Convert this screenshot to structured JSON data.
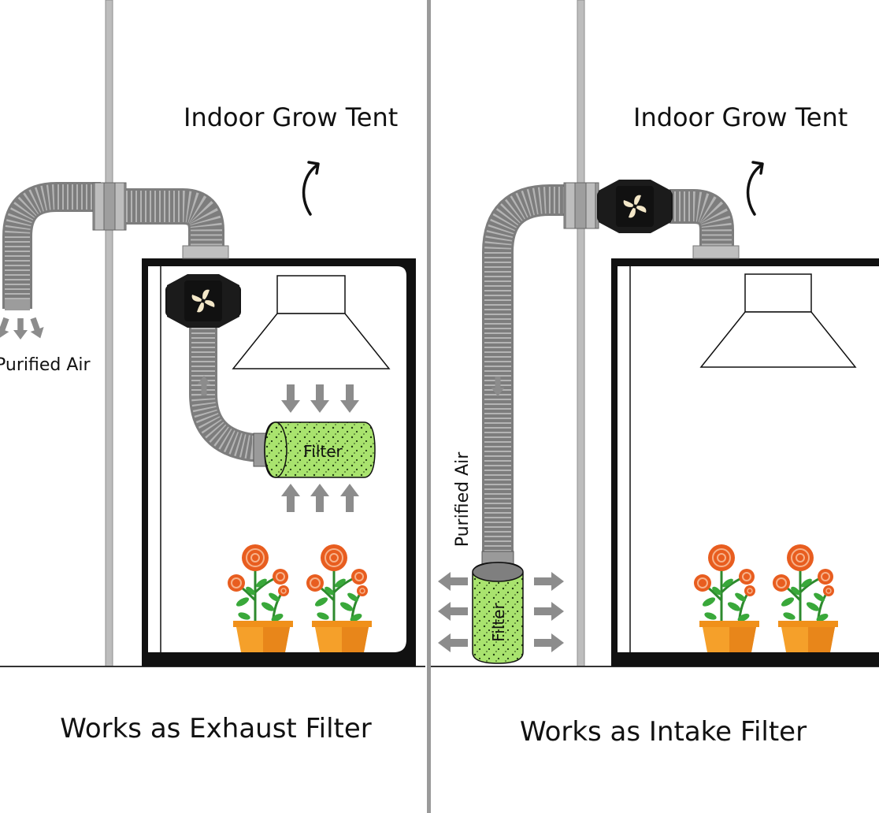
{
  "left_panel": {
    "tent_label": "Indoor Grow Tent",
    "filter_label": "Filter",
    "air_label": "Purified Air",
    "caption": "Works as Exhaust Filter"
  },
  "right_panel": {
    "tent_label": "Indoor Grow Tent",
    "filter_label": "Filter",
    "air_label": "Purified Air",
    "caption": "Works as Intake Filter"
  },
  "colors": {
    "tent_frame": "#111111",
    "duct": "#a6a6a6",
    "filter_green": "#a6e36b",
    "flower_orange": "#e85d1f",
    "pot_orange": "#f09a1e",
    "arrow_gray": "#8c8c8c",
    "wall_gray": "#bdbdbd"
  },
  "icons": [
    "fan-icon",
    "arrow-icon",
    "flower-pot-icon",
    "grow-light-icon",
    "curved-arrow-icon"
  ]
}
